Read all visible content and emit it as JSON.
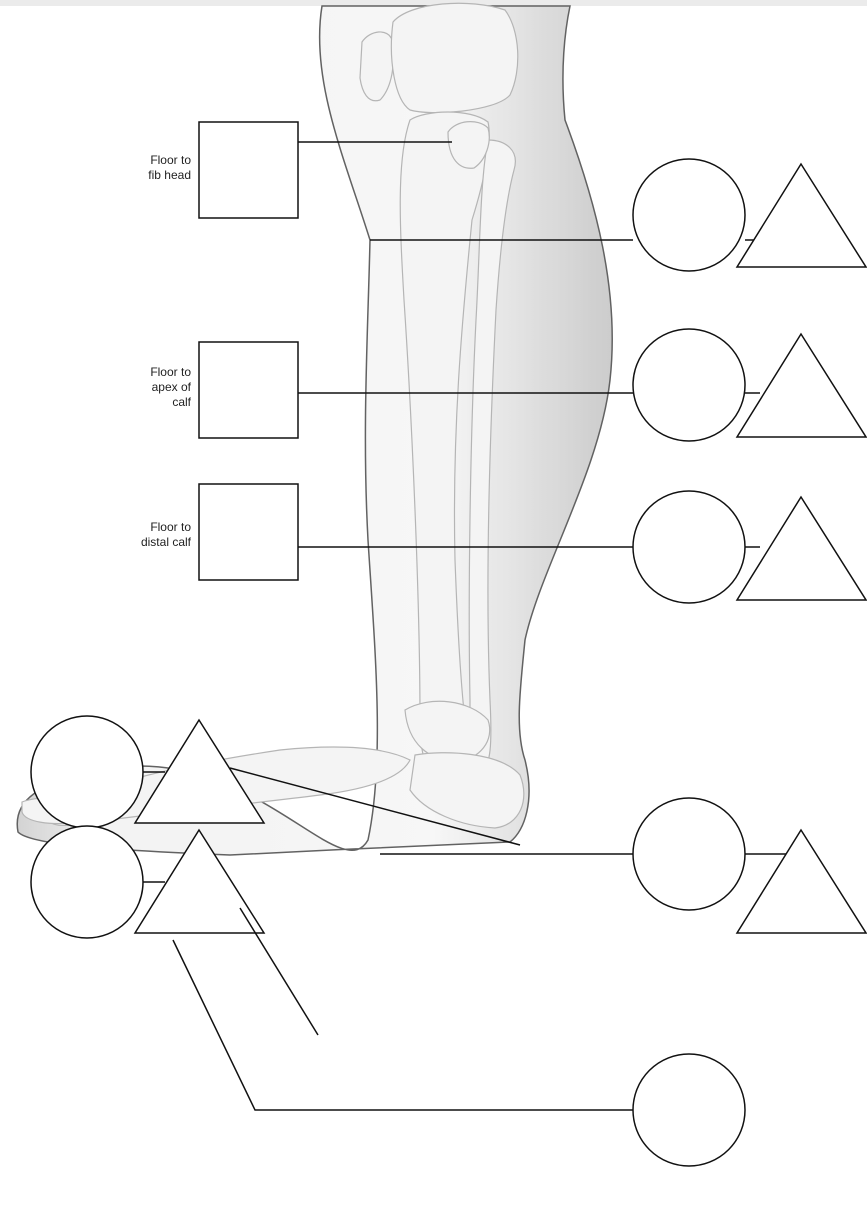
{
  "colors": {
    "outline": "#111111",
    "skin_fill": "#e9e9e9",
    "bone_fill": "#f4f4f4",
    "bone_stroke": "#b9b9b9",
    "background": "#ffffff"
  },
  "measurement_labels": {
    "fib_head": "Floor to\nfib head",
    "apex_calf": "Floor to\napex of\ncalf",
    "distal_calf": "Floor to\ndistal calf"
  }
}
